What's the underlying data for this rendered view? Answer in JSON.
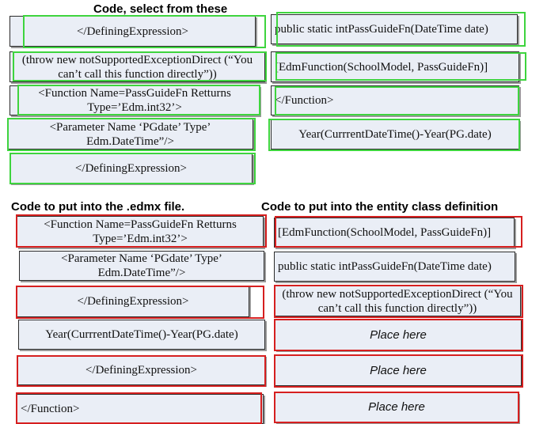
{
  "headings": {
    "choices": "Code, select from these",
    "edmx": "Code to put into the .edmx file.",
    "entity": "Code to put into the entity class definition"
  },
  "choices": {
    "left": [
      "</DefiningExpression>",
      "(throw new notSupportedExceptionDirect (“You can’t call this function directly”))",
      "<Function Name=PassGuideFn Retturns Type=’Edm.int32’>",
      "<Parameter Name ‘PGdate’ Type’ Edm.DateTime”/>",
      "</DefiningExpression>"
    ],
    "right": [
      "public static intPassGuideFn(DateTime date)",
      "[EdmFunction(SchoolModel, PassGuideFn)]",
      "</Function>",
      "Year(CurrrentDateTime()-Year(PG.date)"
    ]
  },
  "edmx_answers": [
    "<Function Name=PassGuideFn Retturns Type=’Edm.int32’>",
    "<Parameter Name ‘PGdate’ Type’ Edm.DateTime”/>",
    "</DefiningExpression>",
    "Year(CurrrentDateTime()-Year(PG.date)",
    "</DefiningExpression>",
    "</Function>"
  ],
  "entity_answers": [
    "[EdmFunction(SchoolModel, PassGuideFn)]",
    "public static intPassGuideFn(DateTime date)",
    "(throw new notSupportedExceptionDirect (“You can’t call this function directly”))",
    "Place here",
    "Place here",
    "Place here"
  ],
  "colors": {
    "tile_bg": "#eaeef6",
    "selected_outline": "#3ed43e",
    "placed_outline": "#d61f1f"
  }
}
